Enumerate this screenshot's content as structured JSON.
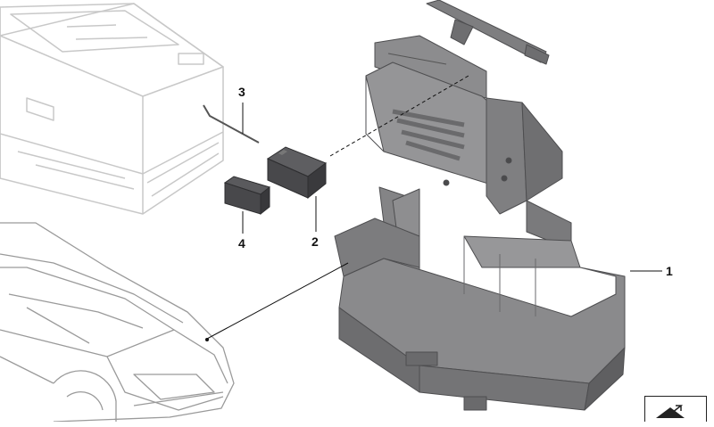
{
  "callouts": {
    "part1": "1",
    "part2": "2",
    "part3": "3",
    "part4": "4"
  },
  "colors": {
    "bracket_fill": "#8a8a8c",
    "bracket_dark": "#6e6e70",
    "bracket_light": "#a7a7a9",
    "battery_outline": "#c8c8c8",
    "car_outline": "#9a9a9a",
    "module_dark": "#4a4a4c",
    "module_darker": "#3a3a3d",
    "leader": "#111111"
  },
  "icons": [
    "battery-ghost-icon",
    "vehicle-outline-icon",
    "diagram-type-corner-icon"
  ]
}
